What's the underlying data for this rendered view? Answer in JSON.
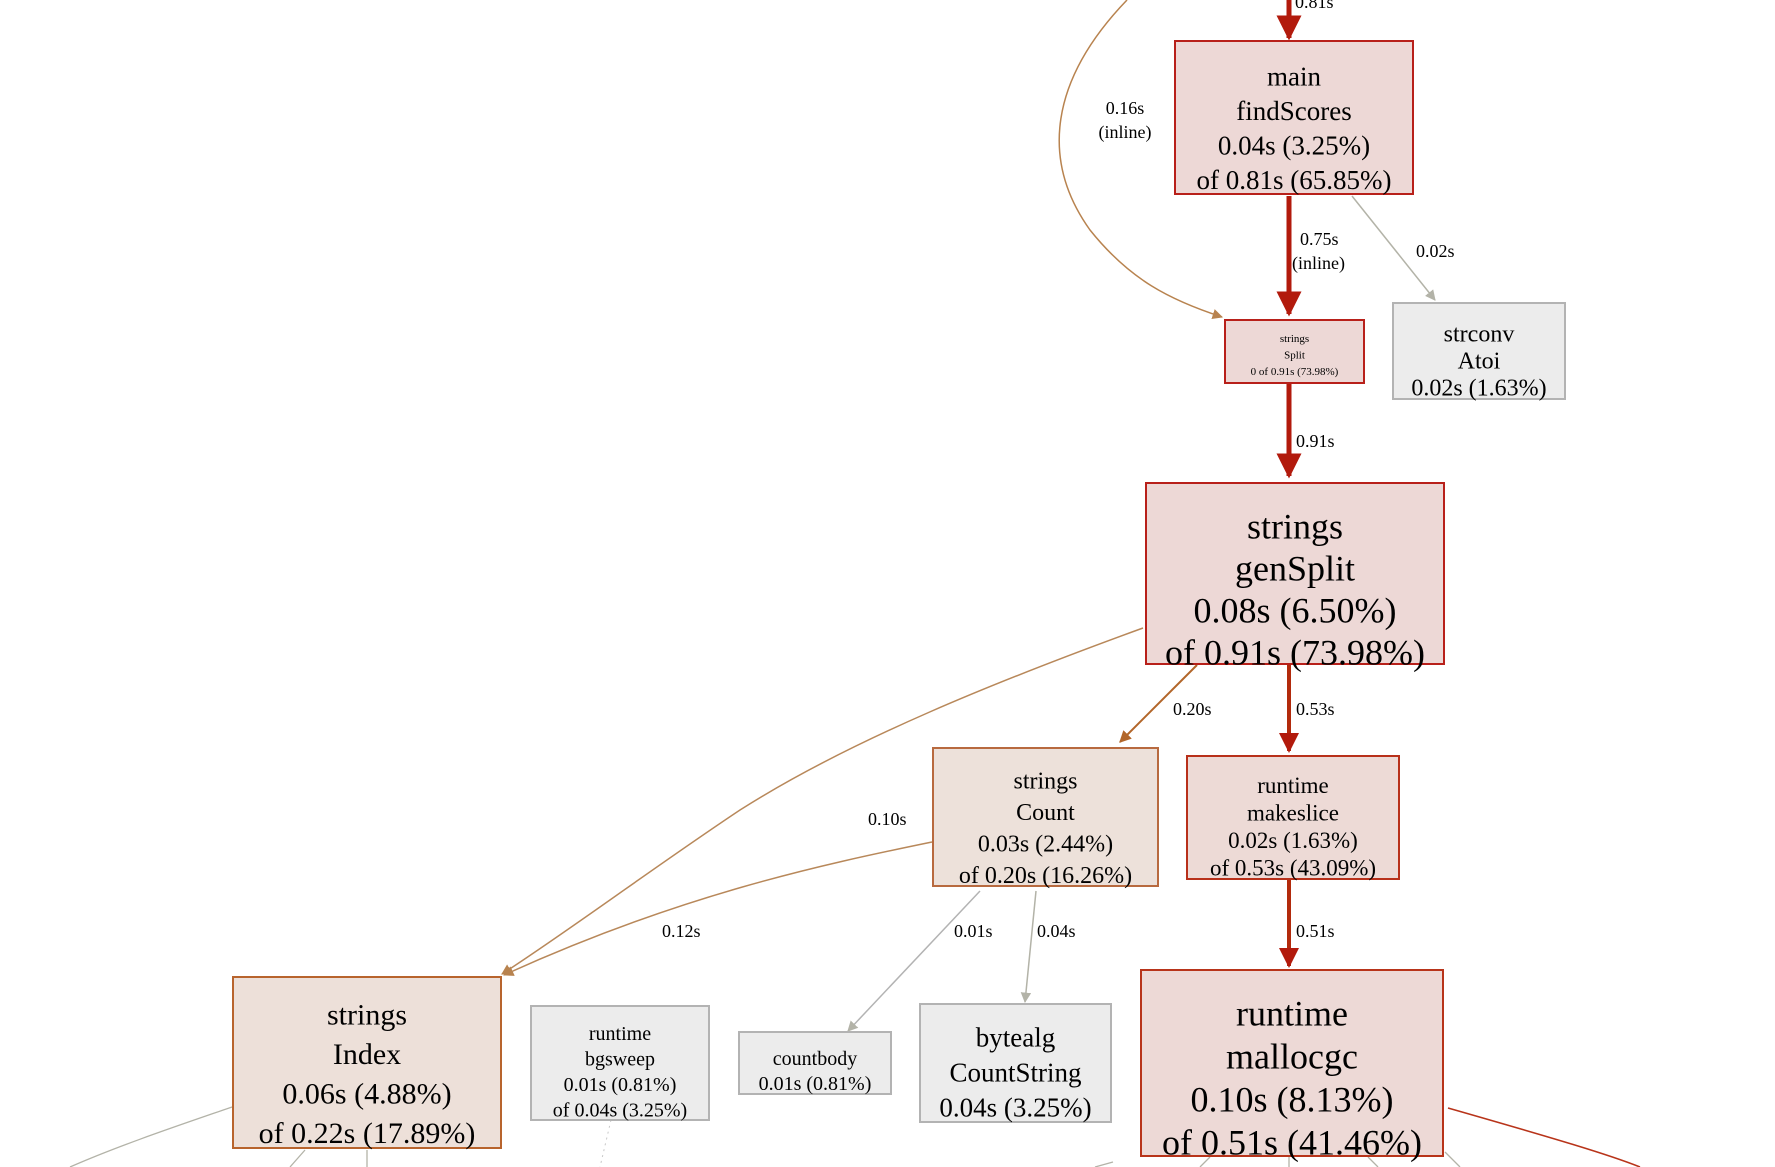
{
  "nodes": {
    "main_findScores": {
      "lines": [
        "main",
        "findScores",
        "0.04s (3.25%)",
        "of 0.81s (65.85%)"
      ],
      "fill": "#edd8d6",
      "stroke": "#b8201a"
    },
    "strings_Split": {
      "lines": [
        "strings",
        "Split",
        "0 of 0.91s (73.98%)"
      ],
      "fill": "#edd8d6",
      "stroke": "#b8201a"
    },
    "strconv_Atoi": {
      "lines": [
        "strconv",
        "Atoi",
        "0.02s (1.63%)"
      ],
      "fill": "#ececec",
      "stroke": "#b3b3b3"
    },
    "strings_genSplit": {
      "lines": [
        "strings",
        "genSplit",
        "0.08s (6.50%)",
        "of 0.91s (73.98%)"
      ],
      "fill": "#edd8d6",
      "stroke": "#b8201a"
    },
    "strings_Count": {
      "lines": [
        "strings",
        "Count",
        "0.03s (2.44%)",
        "of 0.20s (16.26%)"
      ],
      "fill": "#ede1da",
      "stroke": "#b86a3f"
    },
    "runtime_makeslice": {
      "lines": [
        "runtime",
        "makeslice",
        "0.02s (1.63%)",
        "of 0.53s (43.09%)"
      ],
      "fill": "#eddad6",
      "stroke": "#b8301a"
    },
    "strings_Index": {
      "lines": [
        "strings",
        "Index",
        "0.06s (4.88%)",
        "of 0.22s (17.89%)"
      ],
      "fill": "#ede0d9",
      "stroke": "#b8642d"
    },
    "runtime_bgsweep": {
      "lines": [
        "runtime",
        "bgsweep",
        "0.01s (0.81%)",
        "of 0.04s (3.25%)"
      ],
      "fill": "#ececec",
      "stroke": "#b3b3b3"
    },
    "countbody": {
      "lines": [
        "countbody",
        "0.01s (0.81%)"
      ],
      "fill": "#ececec",
      "stroke": "#b3b3b3"
    },
    "bytealg_CountString": {
      "lines": [
        "bytealg",
        "CountString",
        "0.04s (3.25%)"
      ],
      "fill": "#ececec",
      "stroke": "#b3b3b3"
    },
    "runtime_mallocgc": {
      "lines": [
        "runtime",
        "mallocgc",
        "0.10s (8.13%)",
        "of 0.51s (41.46%)"
      ],
      "fill": "#edd9d6",
      "stroke": "#b8341a"
    }
  },
  "edges": {
    "top_to_main": {
      "label": "0.81s",
      "color": "#b21a0c"
    },
    "main_to_split": {
      "label": "0.75s",
      "label2": "(inline)",
      "color": "#b21a0c"
    },
    "outer_to_split": {
      "label": "0.16s",
      "label2": "(inline)",
      "color": "#b8834f"
    },
    "main_to_atoi": {
      "label": "0.02s",
      "color": "#b3b3a8"
    },
    "split_to_gensplit": {
      "label": "0.91s",
      "color": "#b21a0c"
    },
    "gensplit_to_count": {
      "label": "0.20s",
      "color": "#b2662a"
    },
    "gensplit_to_makeslice": {
      "label": "0.53s",
      "color": "#b22a0c"
    },
    "gensplit_to_index": {
      "label": "0.10s",
      "color": "#b8885a"
    },
    "count_to_index": {
      "label": "0.12s",
      "color": "#b8885a"
    },
    "count_to_countbody": {
      "label": "0.01s",
      "color": "#b3b3b3"
    },
    "count_to_countstring": {
      "label": "0.04s",
      "color": "#b3b3a8"
    },
    "makeslice_to_mallocgc": {
      "label": "0.51s",
      "color": "#b22a0c"
    }
  }
}
